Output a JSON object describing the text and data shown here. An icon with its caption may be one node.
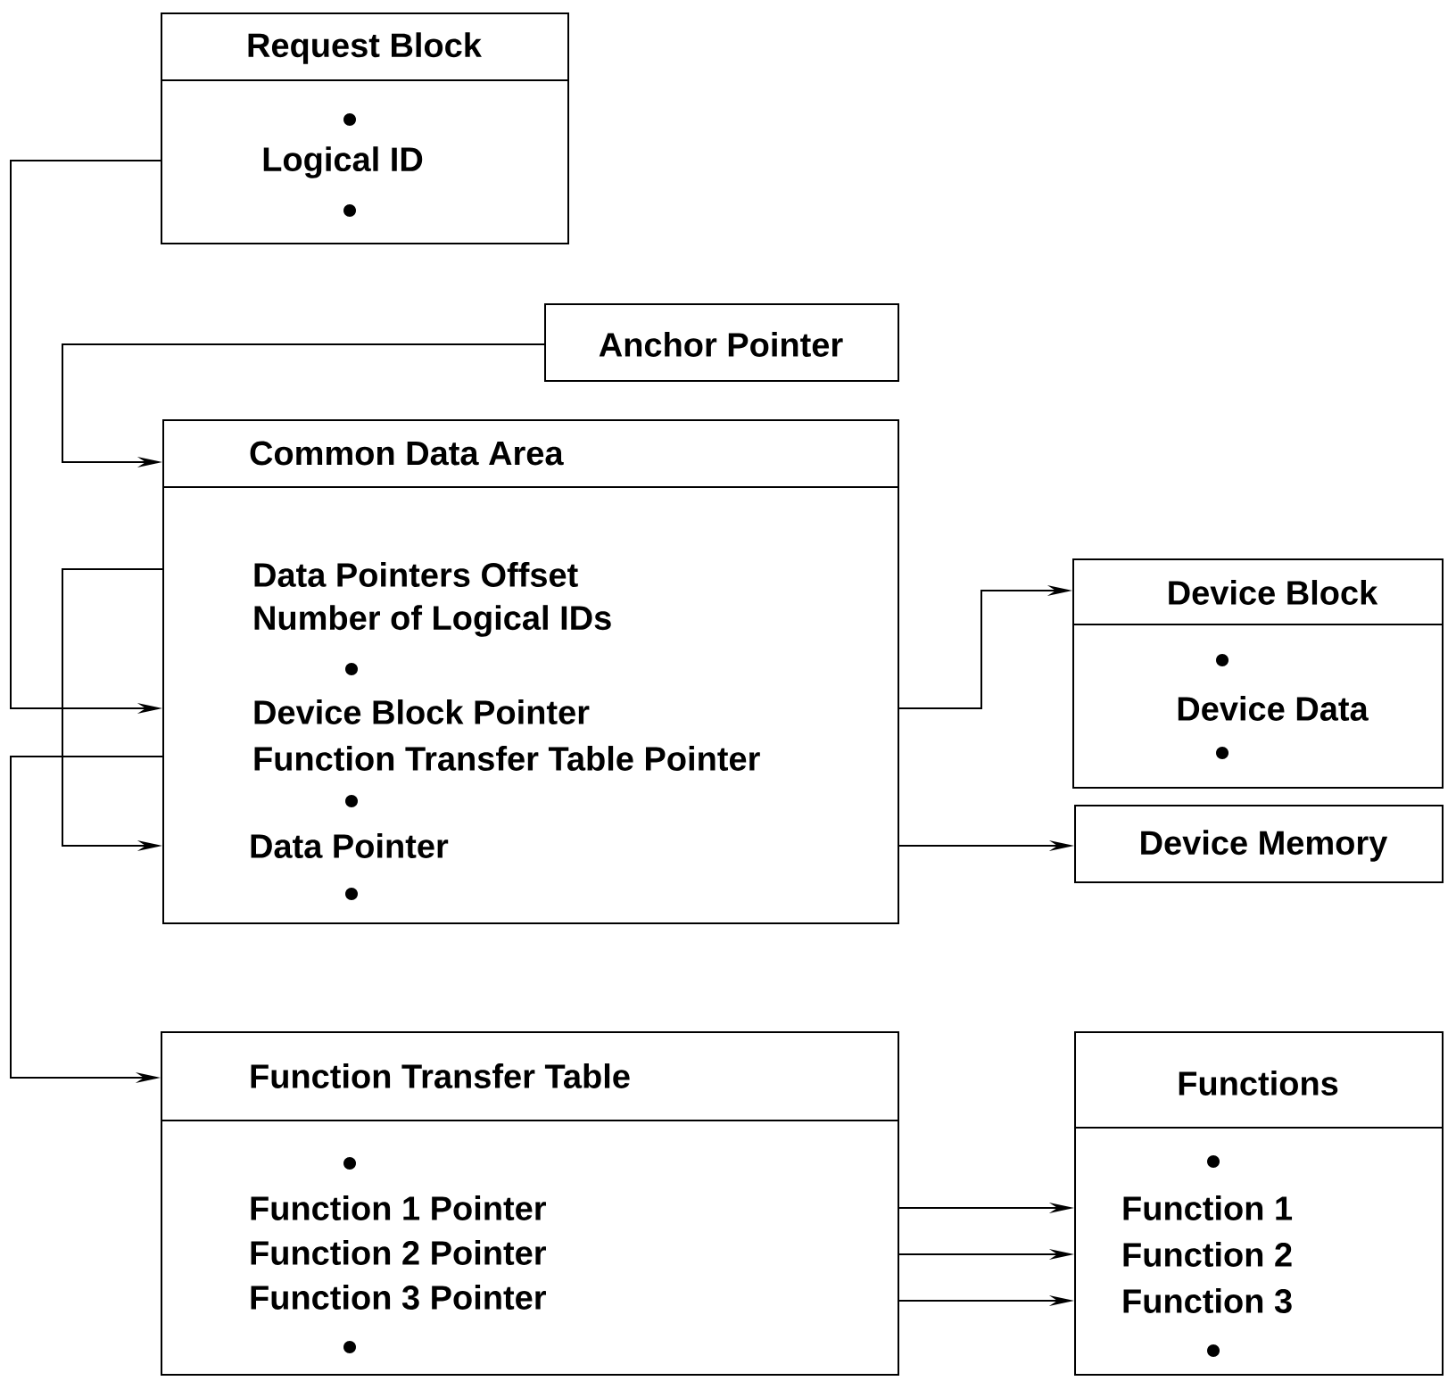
{
  "diagram": {
    "nodes": [
      {
        "text": [
          "Request Block",
          "Logical ID"
        ]
      },
      {
        "text": [
          "Anchor Pointer"
        ]
      },
      {
        "text": [
          "Common Data Area",
          "Data Pointers Offset",
          "Number of Logical IDs",
          "Device Block Pointer",
          "Function Transfer Table Pointer",
          "Data Pointer"
        ]
      },
      {
        "text": [
          "Device Block",
          "Device Data"
        ]
      },
      {
        "text": [
          "Device Memory"
        ]
      },
      {
        "text": [
          "Function Transfer Table",
          "Function 1 Pointer",
          "Function 2 Pointer",
          "Function 3 Pointer"
        ]
      },
      {
        "text": [
          "Functions",
          "Function 1",
          "Function 2",
          "Function 3"
        ]
      }
    ],
    "edges": [
      {
        "from": 0,
        "to": 2,
        "arrow": "to"
      },
      {
        "from": 1,
        "to": 2,
        "arrow": "to"
      },
      {
        "from": 2,
        "to": 2,
        "arrow": "to"
      },
      {
        "from": 2,
        "to": 5,
        "arrow": "to"
      },
      {
        "from": 2,
        "to": 3,
        "arrow": "to"
      },
      {
        "from": 2,
        "to": 4,
        "arrow": "to"
      },
      {
        "from": 5,
        "to": 6,
        "arrow": "to"
      },
      {
        "from": 5,
        "to": 6,
        "arrow": "to"
      },
      {
        "from": 5,
        "to": 6,
        "arrow": "to"
      }
    ]
  }
}
